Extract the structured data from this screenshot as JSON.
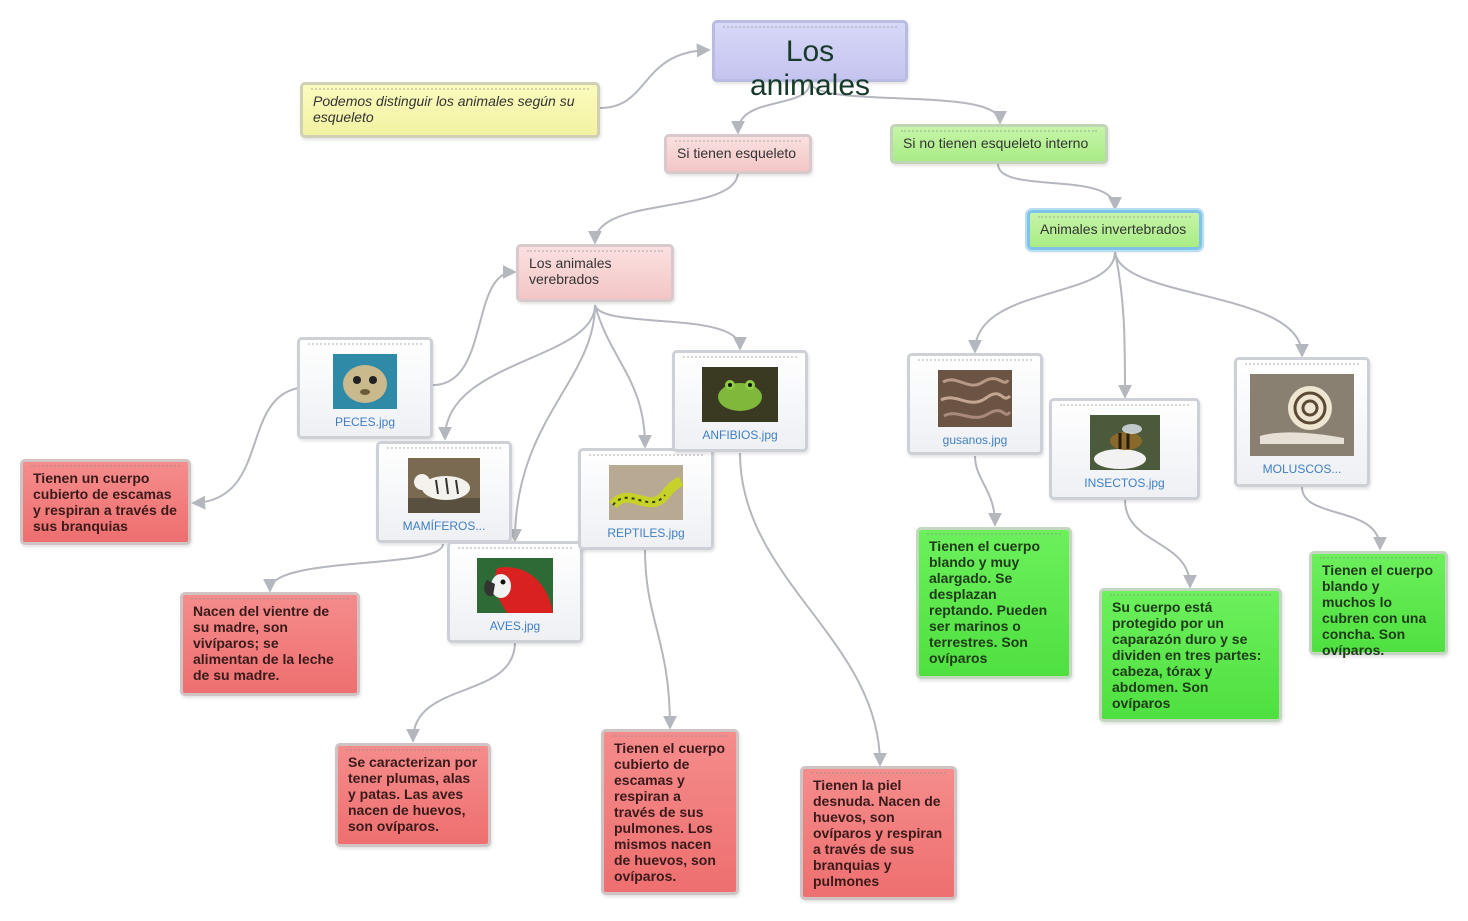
{
  "title": "Los animales",
  "note": "Podemos distinguir los animales según su esqueleto",
  "branches": {
    "vertebrate_question": "Si tienen esqueleto",
    "invertebrate_question": "Si no tienen esqueleto interno",
    "vertebrates": "Los animales verebrados",
    "invertebrates": "Animales invertebrados"
  },
  "images": {
    "peces": "PECES.jpg",
    "mamiferos": "MAMÍFEROS...",
    "aves": "AVES.jpg",
    "reptiles": "REPTILES.jpg",
    "anfibios": "ANFIBIOS.jpg",
    "gusanos": "gusanos.jpg",
    "insectos": "INSECTOS.jpg",
    "moluscos": "MOLUSCOS..."
  },
  "descriptions": {
    "peces": "Tienen un cuerpo cubierto de escamas y respiran a través de sus branquias",
    "mamiferos": "Nacen del vientre de su madre, son vivíparos; se alimentan de la leche de su madre.",
    "aves": "Se caracterizan por tener plumas, alas y patas. Las aves nacen de huevos, son ovíparos.",
    "reptiles": "Tienen el cuerpo cubierto de escamas y respiran a través de sus pulmones. Los mismos nacen de huevos, son ovíparos.",
    "anfibios": "Tienen la piel desnuda. Nacen de huevos, son ovíparos y respiran a través de sus branquias y pulmones",
    "gusanos": "Tienen el cuerpo blando y muy alargado. Se desplazan reptando. Pueden ser marinos o terrestres. Son ovíparos",
    "insectos": "Su cuerpo está protegido por un caparazón duro y se dividen en tres partes: cabeza, tórax y abdomen. Son ovíparos",
    "moluscos": "Tienen el cuerpo blando y muchos lo cubren con una concha. Son ovíparos."
  },
  "colors": {
    "connector": "#b4b7bd",
    "title_bg": "#c8c8f2",
    "note_bg": "#f6f6ae",
    "vertebrate_bg": "#f5cccc",
    "invertebrate_bg": "#b2ee90",
    "desc_red": "#f07a7a",
    "desc_green": "#5ae84a",
    "caption": "#3f7fc2"
  }
}
